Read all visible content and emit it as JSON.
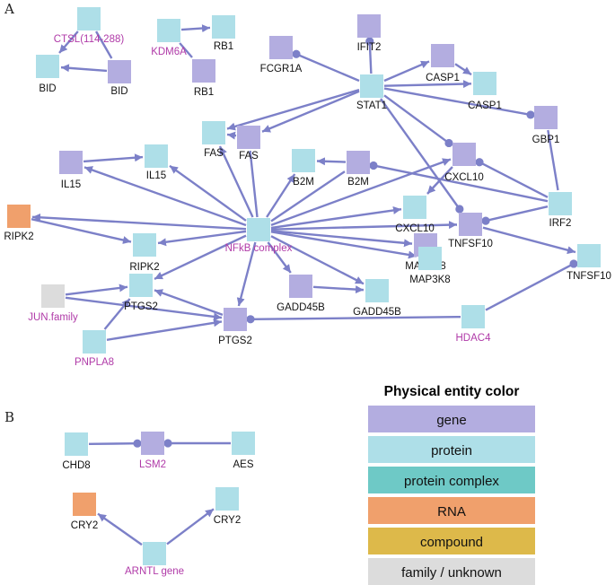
{
  "panels": {
    "a": "A",
    "b": "B"
  },
  "colors": {
    "gene": "#b3ade0",
    "protein": "#aedfe8",
    "protein_complex": "#6ec9c6",
    "rna": "#f0a06c",
    "compound": "#ddb94a",
    "family_unknown": "#dcdcdc",
    "edge": "#7c80c8",
    "pink_label": "#b03aa8"
  },
  "legend": {
    "title": "Physical entity color",
    "items": [
      {
        "label": "gene",
        "color_key": "gene"
      },
      {
        "label": "protein",
        "color_key": "protein"
      },
      {
        "label": "protein complex",
        "color_key": "protein_complex"
      },
      {
        "label": "RNA",
        "color_key": "rna"
      },
      {
        "label": "compound",
        "color_key": "compound"
      },
      {
        "label": "family / unknown",
        "color_key": "family_unknown"
      }
    ]
  },
  "nodes": [
    {
      "id": "ctsl",
      "label": "CTSL(114-288)",
      "type": "protein",
      "pink": true
    },
    {
      "id": "bid_p",
      "label": "BID",
      "type": "protein"
    },
    {
      "id": "bid_g",
      "label": "BID",
      "type": "gene"
    },
    {
      "id": "kdm6a",
      "label": "KDM6A",
      "type": "protein",
      "pink": true
    },
    {
      "id": "rb1_p",
      "label": "RB1",
      "type": "protein"
    },
    {
      "id": "rb1_g",
      "label": "RB1",
      "type": "gene"
    },
    {
      "id": "fcgr1a",
      "label": "FCGR1A",
      "type": "gene"
    },
    {
      "id": "ifit2",
      "label": "IFIT2",
      "type": "gene"
    },
    {
      "id": "stat1",
      "label": "STAT1",
      "type": "protein"
    },
    {
      "id": "casp1_g",
      "label": "CASP1",
      "type": "gene"
    },
    {
      "id": "casp1_p",
      "label": "CASP1",
      "type": "protein"
    },
    {
      "id": "gbp1",
      "label": "GBP1",
      "type": "gene"
    },
    {
      "id": "fas_p",
      "label": "FAS",
      "type": "protein"
    },
    {
      "id": "fas_g",
      "label": "FAS",
      "type": "gene"
    },
    {
      "id": "il15_g",
      "label": "IL15",
      "type": "gene"
    },
    {
      "id": "il15_p",
      "label": "IL15",
      "type": "protein"
    },
    {
      "id": "b2m_p",
      "label": "B2M",
      "type": "protein"
    },
    {
      "id": "b2m_g",
      "label": "B2M",
      "type": "gene"
    },
    {
      "id": "cxcl10_g",
      "label": "CXCL10",
      "type": "gene"
    },
    {
      "id": "cxcl10_p",
      "label": "CXCL10",
      "type": "protein"
    },
    {
      "id": "ripk2_rna",
      "label": "RIPK2",
      "type": "rna"
    },
    {
      "id": "nfkb",
      "label": "NFkB complex",
      "type": "protein",
      "pink": true
    },
    {
      "id": "tnfsf10_g",
      "label": "TNFSF10",
      "type": "gene"
    },
    {
      "id": "irf2",
      "label": "IRF2",
      "type": "protein"
    },
    {
      "id": "ripk2_p",
      "label": "RIPK2",
      "type": "protein"
    },
    {
      "id": "map3k8_g",
      "label": "MAP3K8",
      "type": "gene"
    },
    {
      "id": "tnfsf10_p",
      "label": "TNFSF10",
      "type": "protein"
    },
    {
      "id": "jun",
      "label": "JUN.family",
      "type": "family_unknown",
      "pink": true
    },
    {
      "id": "ptgs2_p",
      "label": "PTGS2",
      "type": "protein"
    },
    {
      "id": "map3k8_p",
      "label": "MAP3K8",
      "type": "protein"
    },
    {
      "id": "gadd45b_g",
      "label": "GADD45B",
      "type": "gene"
    },
    {
      "id": "gadd45b_p",
      "label": "GADD45B",
      "type": "protein"
    },
    {
      "id": "ptgs2_g",
      "label": "PTGS2",
      "type": "gene"
    },
    {
      "id": "hdac4",
      "label": "HDAC4",
      "type": "protein",
      "pink": true
    },
    {
      "id": "pnpla8",
      "label": "PNPLA8",
      "type": "protein",
      "pink": true
    },
    {
      "id": "chd8",
      "label": "CHD8",
      "type": "protein"
    },
    {
      "id": "lsm2",
      "label": "LSM2",
      "type": "gene",
      "pink": true
    },
    {
      "id": "aes",
      "label": "AES",
      "type": "protein"
    },
    {
      "id": "cry2_rna",
      "label": "CRY2",
      "type": "rna"
    },
    {
      "id": "cry2_p",
      "label": "CRY2",
      "type": "protein"
    },
    {
      "id": "arntl",
      "label": "ARNTL gene",
      "type": "protein",
      "pink": true
    }
  ],
  "edges": [
    {
      "from": "ctsl",
      "to": "bid_p",
      "kind": "arrow"
    },
    {
      "from": "ctsl",
      "to": "bid_g",
      "kind": "plain"
    },
    {
      "from": "bid_g",
      "to": "bid_p",
      "kind": "arrow"
    },
    {
      "from": "kdm6a",
      "to": "rb1_p",
      "kind": "arrow"
    },
    {
      "from": "kdm6a",
      "to": "rb1_g",
      "kind": "plain"
    },
    {
      "from": "stat1",
      "to": "fcgr1a",
      "kind": "dot"
    },
    {
      "from": "stat1",
      "to": "ifit2",
      "kind": "dot"
    },
    {
      "from": "stat1",
      "to": "casp1_g",
      "kind": "arrow"
    },
    {
      "from": "stat1",
      "to": "casp1_p",
      "kind": "arrow"
    },
    {
      "from": "casp1_g",
      "to": "casp1_p",
      "kind": "arrow"
    },
    {
      "from": "stat1",
      "to": "gbp1",
      "kind": "dot"
    },
    {
      "from": "stat1",
      "to": "fas_p",
      "kind": "arrow"
    },
    {
      "from": "stat1",
      "to": "fas_g",
      "kind": "arrow"
    },
    {
      "from": "stat1",
      "to": "cxcl10_g",
      "kind": "dot"
    },
    {
      "from": "stat1",
      "to": "tnfsf10_g",
      "kind": "dot"
    },
    {
      "from": "gbp1",
      "to": "irf2",
      "kind": "plain"
    },
    {
      "from": "irf2",
      "to": "cxcl10_g",
      "kind": "dot"
    },
    {
      "from": "irf2",
      "to": "b2m_g",
      "kind": "dot"
    },
    {
      "from": "irf2",
      "to": "tnfsf10_g",
      "kind": "dot"
    },
    {
      "from": "cxcl10_g",
      "to": "cxcl10_p",
      "kind": "arrow"
    },
    {
      "from": "b2m_g",
      "to": "b2m_p",
      "kind": "arrow"
    },
    {
      "from": "fas_g",
      "to": "fas_p",
      "kind": "arrow"
    },
    {
      "from": "il15_g",
      "to": "il15_p",
      "kind": "arrow"
    },
    {
      "from": "nfkb",
      "to": "fas_p",
      "kind": "arrow"
    },
    {
      "from": "nfkb",
      "to": "fas_g",
      "kind": "plain"
    },
    {
      "from": "nfkb",
      "to": "il15_g",
      "kind": "arrow"
    },
    {
      "from": "nfkb",
      "to": "il15_p",
      "kind": "arrow"
    },
    {
      "from": "nfkb",
      "to": "b2m_p",
      "kind": "arrow"
    },
    {
      "from": "nfkb",
      "to": "b2m_g",
      "kind": "plain"
    },
    {
      "from": "nfkb",
      "to": "cxcl10_g",
      "kind": "arrow"
    },
    {
      "from": "nfkb",
      "to": "cxcl10_p",
      "kind": "arrow"
    },
    {
      "from": "nfkb",
      "to": "ripk2_rna",
      "kind": "arrow"
    },
    {
      "from": "nfkb",
      "to": "ripk2_p",
      "kind": "arrow"
    },
    {
      "from": "ripk2_rna",
      "to": "ripk2_p",
      "kind": "arrow"
    },
    {
      "from": "nfkb",
      "to": "ptgs2_p",
      "kind": "arrow"
    },
    {
      "from": "nfkb",
      "to": "ptgs2_g",
      "kind": "arrow"
    },
    {
      "from": "nfkb",
      "to": "gadd45b_g",
      "kind": "arrow"
    },
    {
      "from": "nfkb",
      "to": "gadd45b_p",
      "kind": "arrow"
    },
    {
      "from": "nfkb",
      "to": "map3k8_g",
      "kind": "arrow"
    },
    {
      "from": "nfkb",
      "to": "map3k8_p",
      "kind": "arrow"
    },
    {
      "from": "nfkb",
      "to": "tnfsf10_g",
      "kind": "arrow"
    },
    {
      "from": "tnfsf10_g",
      "to": "tnfsf10_p",
      "kind": "arrow"
    },
    {
      "from": "gadd45b_g",
      "to": "gadd45b_p",
      "kind": "arrow"
    },
    {
      "from": "map3k8_g",
      "to": "map3k8_p",
      "kind": "arrow"
    },
    {
      "from": "jun",
      "to": "ptgs2_p",
      "kind": "arrow"
    },
    {
      "from": "jun",
      "to": "ptgs2_g",
      "kind": "arrow"
    },
    {
      "from": "pnpla8",
      "to": "ptgs2_p",
      "kind": "arrow"
    },
    {
      "from": "pnpla8",
      "to": "ptgs2_g",
      "kind": "arrow"
    },
    {
      "from": "ptgs2_g",
      "to": "ptgs2_p",
      "kind": "arrow"
    },
    {
      "from": "hdac4",
      "to": "ptgs2_g",
      "kind": "dot"
    },
    {
      "from": "hdac4",
      "to": "tnfsf10_p",
      "kind": "dot"
    },
    {
      "from": "chd8",
      "to": "lsm2",
      "kind": "dot"
    },
    {
      "from": "aes",
      "to": "lsm2",
      "kind": "dot"
    },
    {
      "from": "arntl",
      "to": "cry2_rna",
      "kind": "arrow"
    },
    {
      "from": "arntl",
      "to": "cry2_p",
      "kind": "arrow"
    }
  ]
}
